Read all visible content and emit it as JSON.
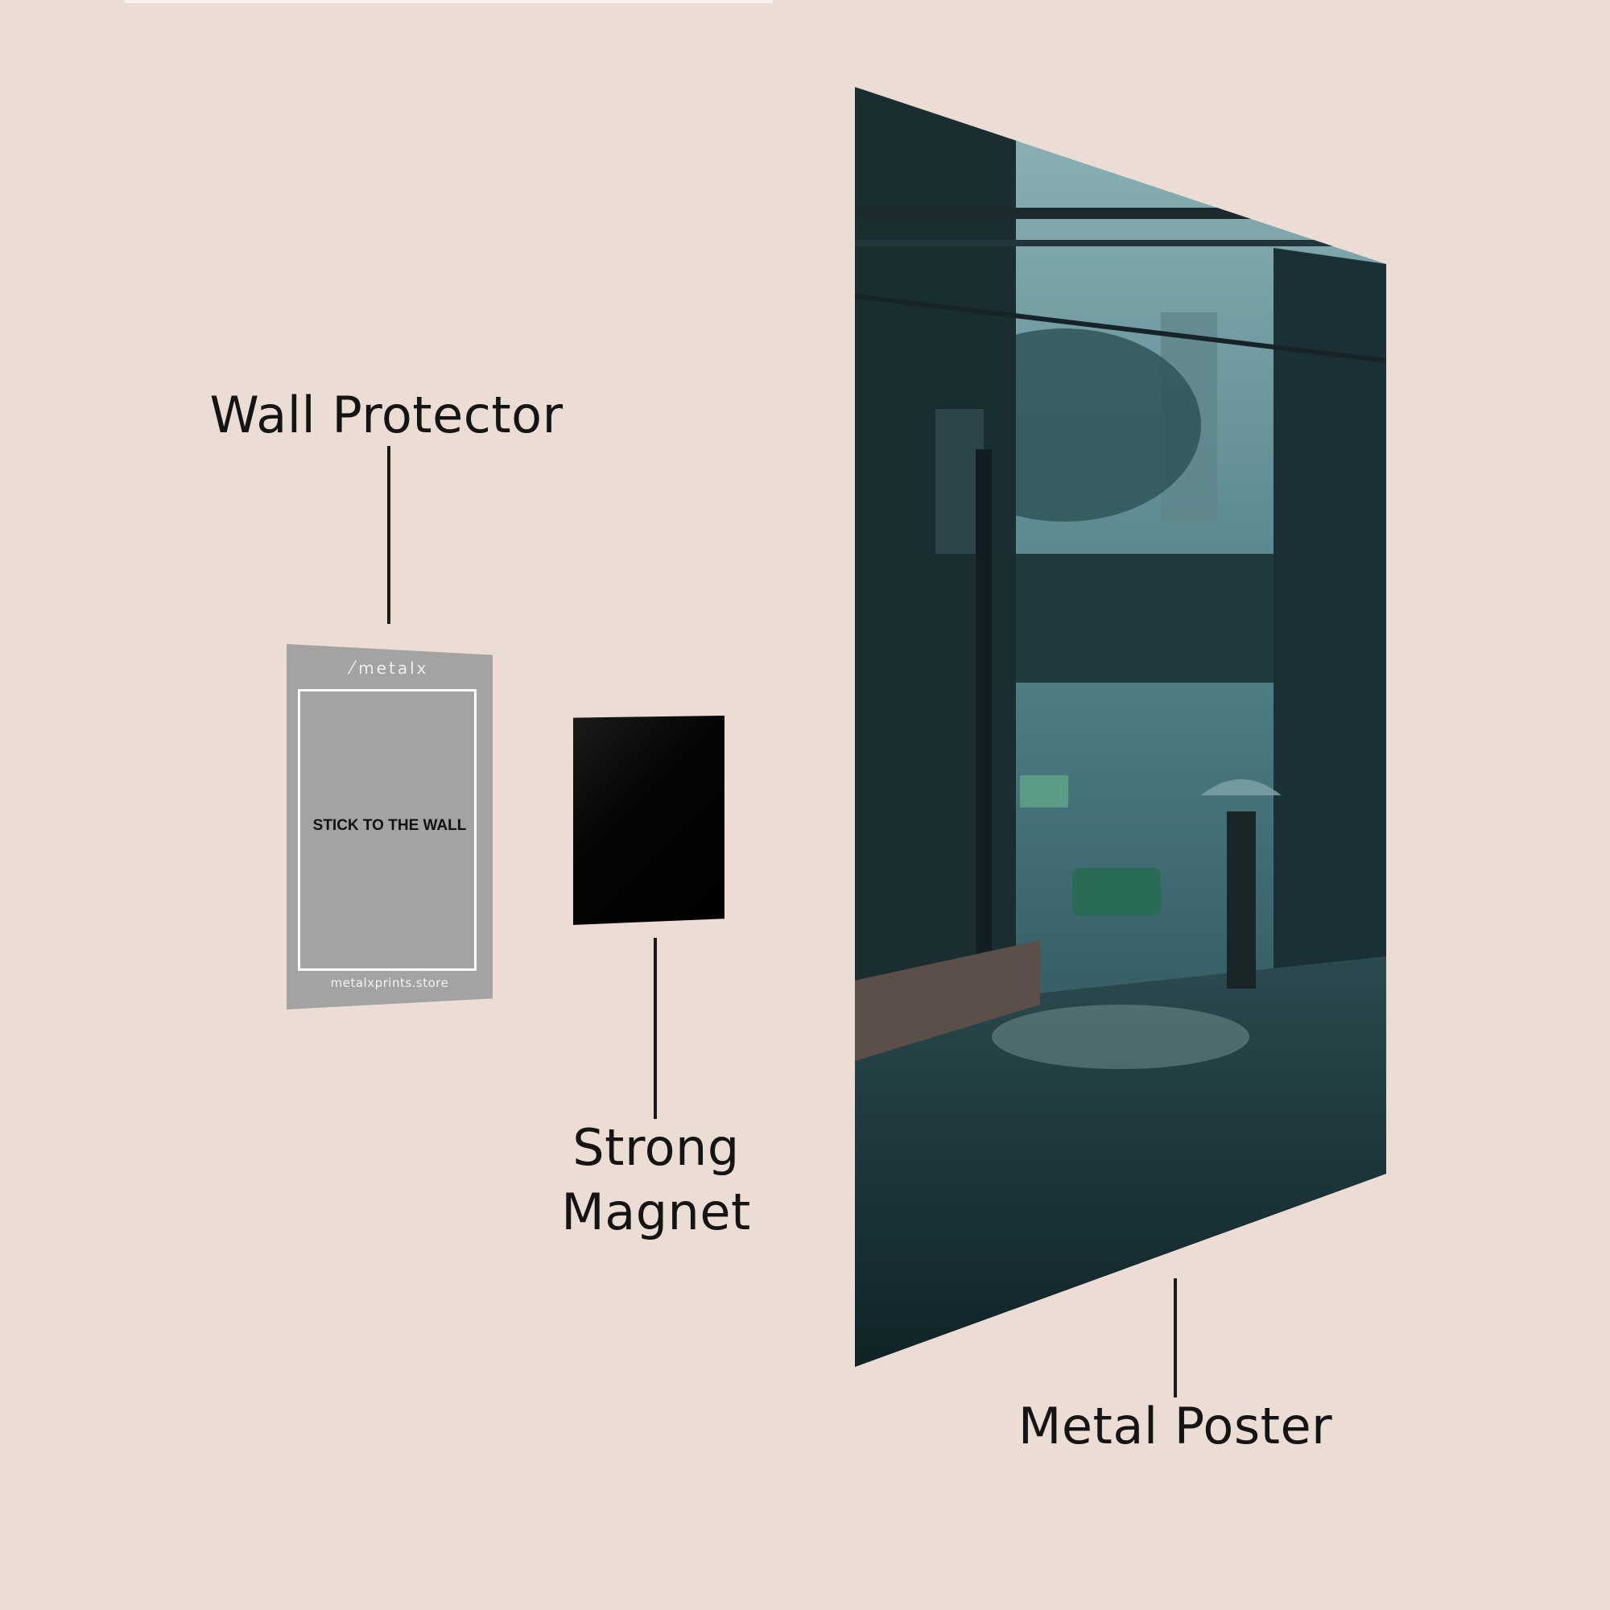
{
  "labels": {
    "wall_protector": "Wall Protector",
    "strong_magnet": "Strong Magnet",
    "metal_poster": "Metal Poster"
  },
  "protector": {
    "brand": "metalx",
    "instruction": "STICK TO THE WALL",
    "url": "metalxprints.store"
  },
  "colors": {
    "background": "#ecddd4",
    "protector": "#a3a3a3",
    "magnet": "#050505",
    "poster_tint": "#1f4a50"
  }
}
